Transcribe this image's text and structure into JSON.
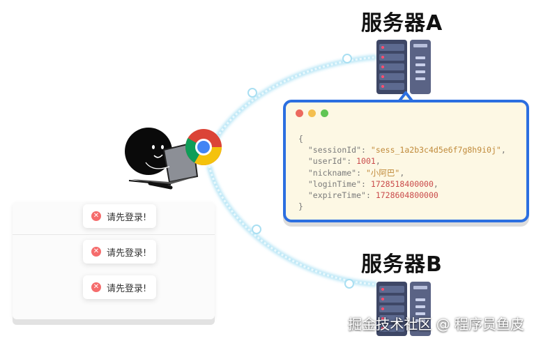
{
  "servers": {
    "a_title": "服务器A",
    "b_title": "服务器B"
  },
  "toasts": [
    {
      "text": "请先登录!"
    },
    {
      "text": "请先登录!"
    },
    {
      "text": "请先登录!"
    }
  ],
  "session": {
    "open_brace": "{",
    "close_brace": "}",
    "fields": [
      {
        "key": "\"sessionId\"",
        "value": "\"sess_1a2b3c4d5e6f7g8h9i0j\"",
        "kind": "string"
      },
      {
        "key": "\"userId\"",
        "value": "1001",
        "kind": "number"
      },
      {
        "key": "\"nickname\"",
        "value": "\"小阿巴\"",
        "kind": "string"
      },
      {
        "key": "\"loginTime\"",
        "value": "1728518400000",
        "kind": "number"
      },
      {
        "key": "\"expireTime\"",
        "value": "1728604800000",
        "kind": "number"
      }
    ]
  },
  "watermark": "掘金技术社区 @ 程序员鱼皮",
  "colors": {
    "card_border": "#2c6fe0",
    "card_bg": "#fdf8e4",
    "path_glow": "#c8ecf8",
    "path_core": "#e9f8fd",
    "error_red": "#f56c6c"
  },
  "icons": [
    "server-a-icon",
    "server-b-icon",
    "user-avatar-icon",
    "chrome-icon",
    "error-icon"
  ]
}
